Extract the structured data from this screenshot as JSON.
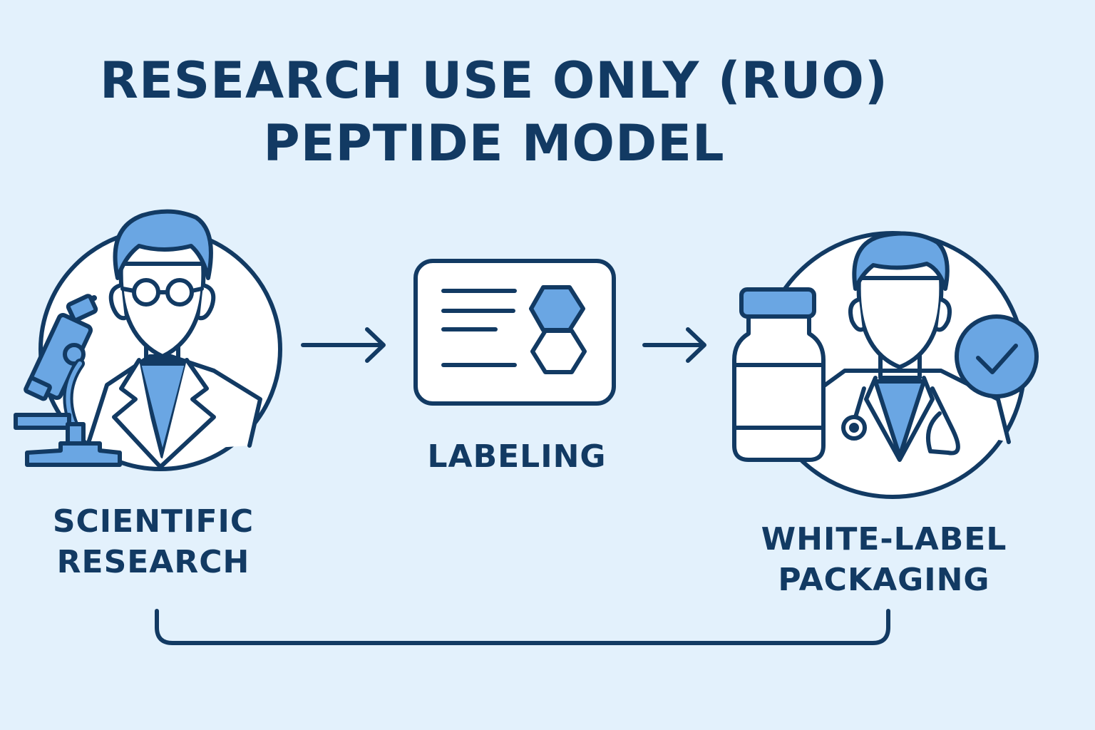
{
  "title": {
    "line1": "RESEARCH USE ONLY (RUO)",
    "line2": "PEPTIDE MODEL"
  },
  "steps": {
    "scientific_research": {
      "line1": "SCIENTIFIC",
      "line2": "RESEARCH",
      "icon": "scientist-with-microscope-icon"
    },
    "labeling": {
      "label": "LABELING",
      "icon": "label-card-icon"
    },
    "white_label_packaging": {
      "line1": "WHITE-LABEL",
      "line2": "PACKAGING",
      "icon": "doctor-with-vial-and-check-icon"
    }
  },
  "colors": {
    "background": "#e3f1fc",
    "outline": "#123a63",
    "accent": "#6aa6e3",
    "fill": "#ffffff"
  }
}
